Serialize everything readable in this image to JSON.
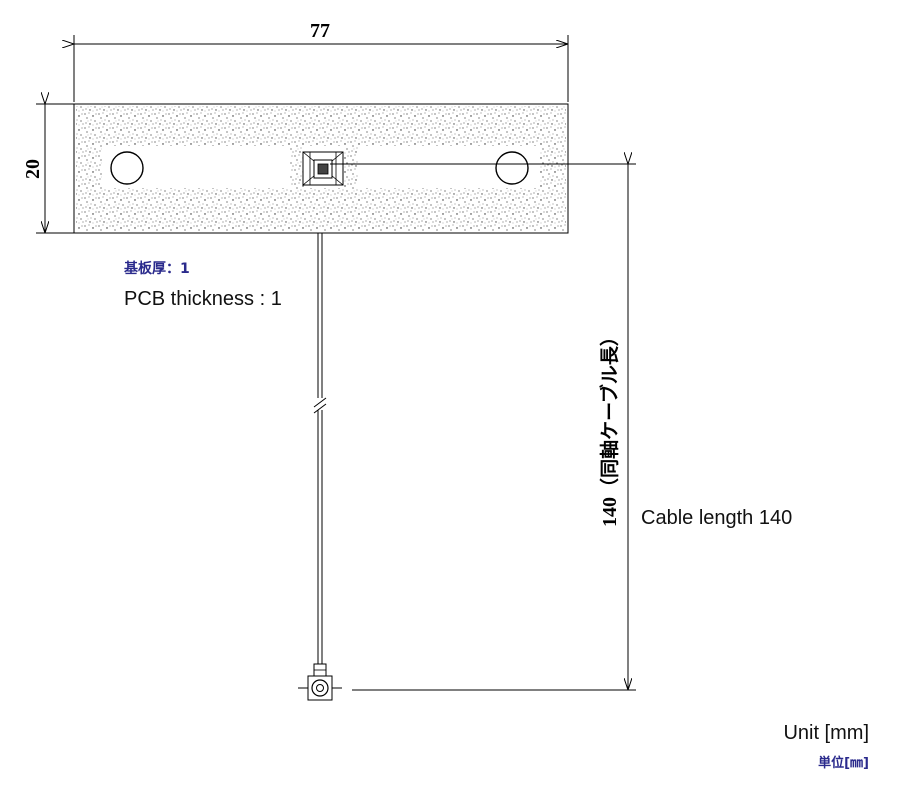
{
  "dimensions": {
    "width": "77",
    "height": "20",
    "cable_length": "140",
    "cable_length_jp": "（同軸ケーブル長）"
  },
  "notes": {
    "pcb_thickness_jp": "基板厚：1",
    "pcb_thickness_en": "PCB thickness : 1",
    "cable_length_en": "Cable length 140",
    "unit_en": "Unit [mm]",
    "unit_jp": "単位[㎜]"
  }
}
